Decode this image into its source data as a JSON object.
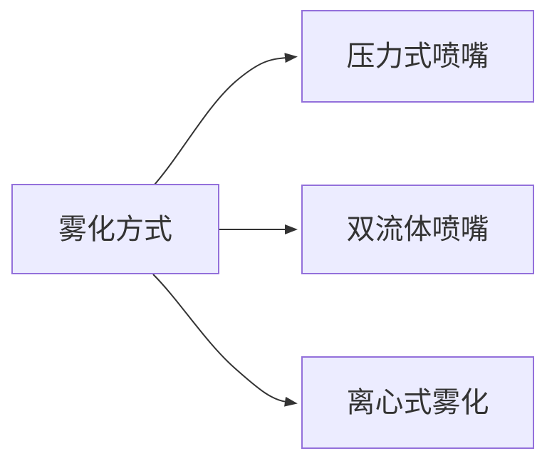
{
  "diagram": {
    "type": "flowchart",
    "direction": "left-to-right",
    "nodes": [
      {
        "id": "root",
        "label": "雾化方式",
        "role": "source"
      },
      {
        "id": "pressure-nozzle",
        "label": "压力式喷嘴",
        "role": "branch"
      },
      {
        "id": "two-fluid-nozzle",
        "label": "双流体喷嘴",
        "role": "branch"
      },
      {
        "id": "centrifugal-atomization",
        "label": "离心式雾化",
        "role": "branch"
      }
    ],
    "edges": [
      {
        "from": "雾化方式",
        "to": "压力式喷嘴",
        "arrow": "filled-triangle"
      },
      {
        "from": "雾化方式",
        "to": "双流体喷嘴",
        "arrow": "filled-triangle"
      },
      {
        "from": "雾化方式",
        "to": "离心式雾化",
        "arrow": "filled-triangle"
      }
    ],
    "colors": {
      "node_fill": "#ECECFF",
      "node_border": "#9370DB",
      "edge": "#333333",
      "text": "#333333",
      "background": "#FFFFFF"
    }
  }
}
